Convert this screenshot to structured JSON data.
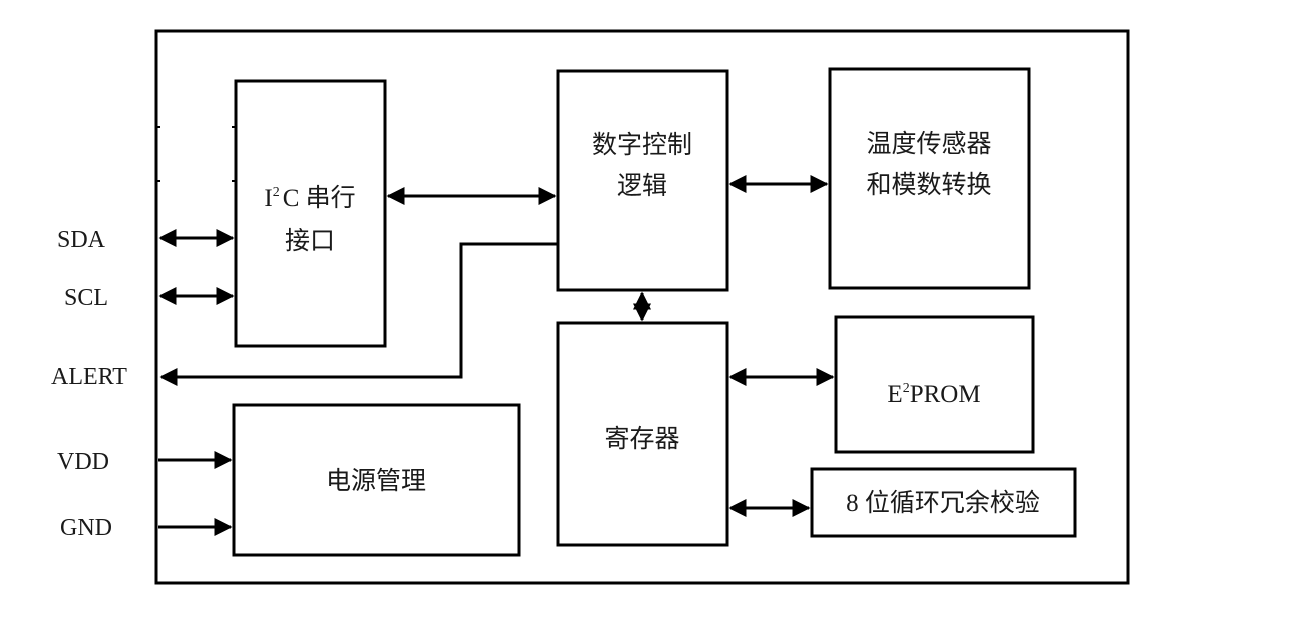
{
  "diagram": {
    "type": "block-diagram",
    "pins": {
      "sda": "SDA",
      "scl": "SCL",
      "alert": "ALERT",
      "vdd": "VDD",
      "gnd": "GND"
    },
    "blocks": {
      "i2c": {
        "line1_prefix": "I",
        "line1_sup": "2",
        "line1_rest": "C 串行",
        "line2": "接口"
      },
      "digital_logic": {
        "line1": "数字控制",
        "line2": "逻辑"
      },
      "temp_sensor": {
        "line1": "温度传感器",
        "line2": "和模数转换"
      },
      "registers": {
        "label": "寄存器"
      },
      "eeprom": {
        "prefix": "E",
        "sup": "2",
        "rest": "PROM"
      },
      "crc": {
        "label": "8 位循环冗余校验"
      },
      "power": {
        "label": "电源管理"
      }
    },
    "connections": [
      {
        "from": "SDA",
        "to": "I2C 串行接口",
        "direction": "bidirectional"
      },
      {
        "from": "SCL",
        "to": "I2C 串行接口",
        "direction": "bidirectional"
      },
      {
        "from": "I2C 串行接口",
        "to": "数字控制逻辑",
        "direction": "bidirectional"
      },
      {
        "from": "数字控制逻辑",
        "to": "温度传感器和模数转换",
        "direction": "bidirectional"
      },
      {
        "from": "数字控制逻辑",
        "to": "寄存器",
        "direction": "bidirectional"
      },
      {
        "from": "寄存器",
        "to": "E2PROM",
        "direction": "bidirectional"
      },
      {
        "from": "寄存器",
        "to": "8 位循环冗余校验",
        "direction": "bidirectional"
      },
      {
        "from": "数字控制逻辑",
        "to": "ALERT",
        "direction": "output"
      },
      {
        "from": "VDD",
        "to": "电源管理",
        "direction": "input"
      },
      {
        "from": "GND",
        "to": "电源管理",
        "direction": "input"
      }
    ]
  }
}
